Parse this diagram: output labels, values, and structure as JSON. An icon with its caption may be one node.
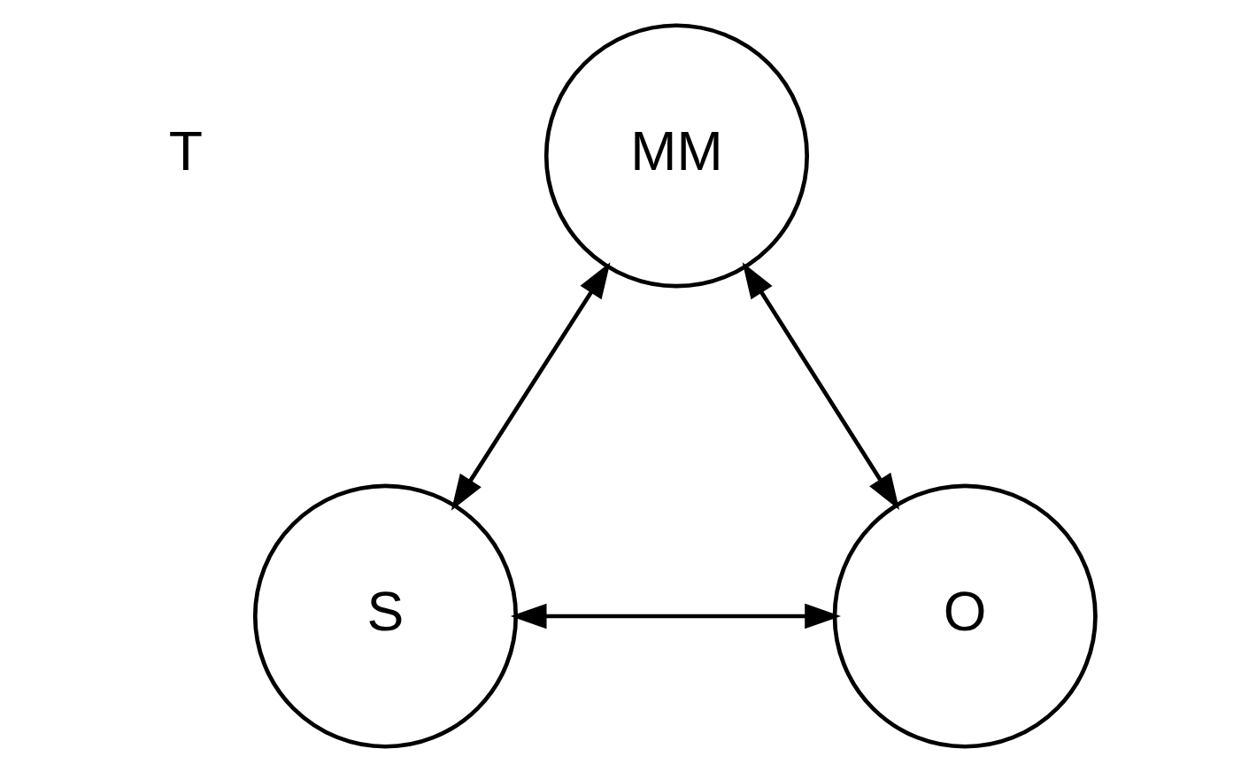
{
  "diagram": {
    "nodes": [
      {
        "text": [
          "MM"
        ]
      },
      {
        "text": [
          "S"
        ]
      },
      {
        "text": [
          "O"
        ]
      }
    ],
    "edges": [
      {
        "from": 0,
        "to": 1,
        "arrow": "both"
      },
      {
        "from": 0,
        "to": 2,
        "arrow": "both"
      },
      {
        "from": 1,
        "to": 2,
        "arrow": "both"
      }
    ],
    "labels": [
      "T"
    ]
  }
}
